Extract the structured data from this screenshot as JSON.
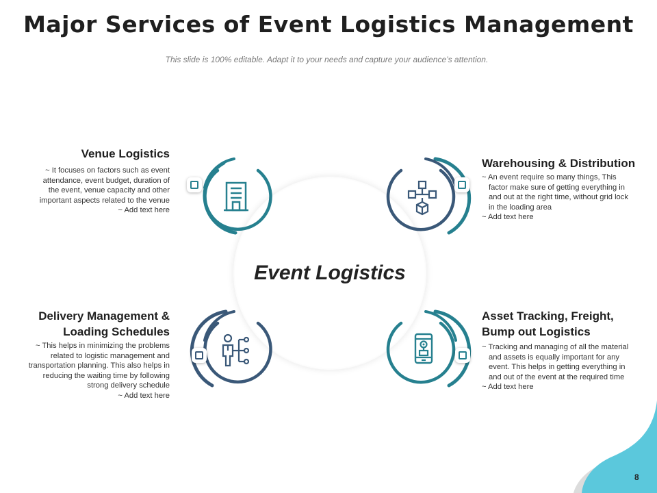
{
  "slide": {
    "title": "Major Services of Event Logistics Management",
    "subtitle": "This slide is 100% editable. Adapt it to your needs and capture your audience’s attention.",
    "center_label": "Event Logistics",
    "page_number": "8"
  },
  "colors": {
    "teal": "#26808f",
    "navy": "#3a5878",
    "accent_wave": "#5bc8dc"
  },
  "blocks": [
    {
      "heading": [
        "Venue Logistics"
      ],
      "lines": [
        "~ It focuses on factors such as event",
        "attendance, event budget, duration of",
        "the event, venue capacity and other",
        "important aspects related to the venue",
        "~ Add text here"
      ],
      "icon": "building-icon"
    },
    {
      "heading": [
        "Warehousing & Distribution"
      ],
      "lines": [
        "~ An event require so many things, This",
        "factor make sure of getting everything in",
        "and out at the right time, without grid lock",
        "in the loading area",
        "~ Add text here"
      ],
      "icon": "boxes-flow-icon"
    },
    {
      "heading": [
        "Delivery Management &",
        "Loading Schedules"
      ],
      "lines": [
        "~ This helps in minimizing the problems",
        "related to logistic management and",
        "transportation planning. This also helps in",
        "reducing the waiting time by following",
        "strong delivery schedule",
        "~ Add text here"
      ],
      "icon": "person-network-icon"
    },
    {
      "heading": [
        "Asset Tracking, Freight,",
        "Bump out Logistics"
      ],
      "lines": [
        "~ Tracking and managing of all the material",
        "and assets is equally important for any",
        "event. This helps in getting everything in",
        "and out of the event at the required time",
        "~ Add text here"
      ],
      "icon": "phone-tracking-icon"
    }
  ]
}
